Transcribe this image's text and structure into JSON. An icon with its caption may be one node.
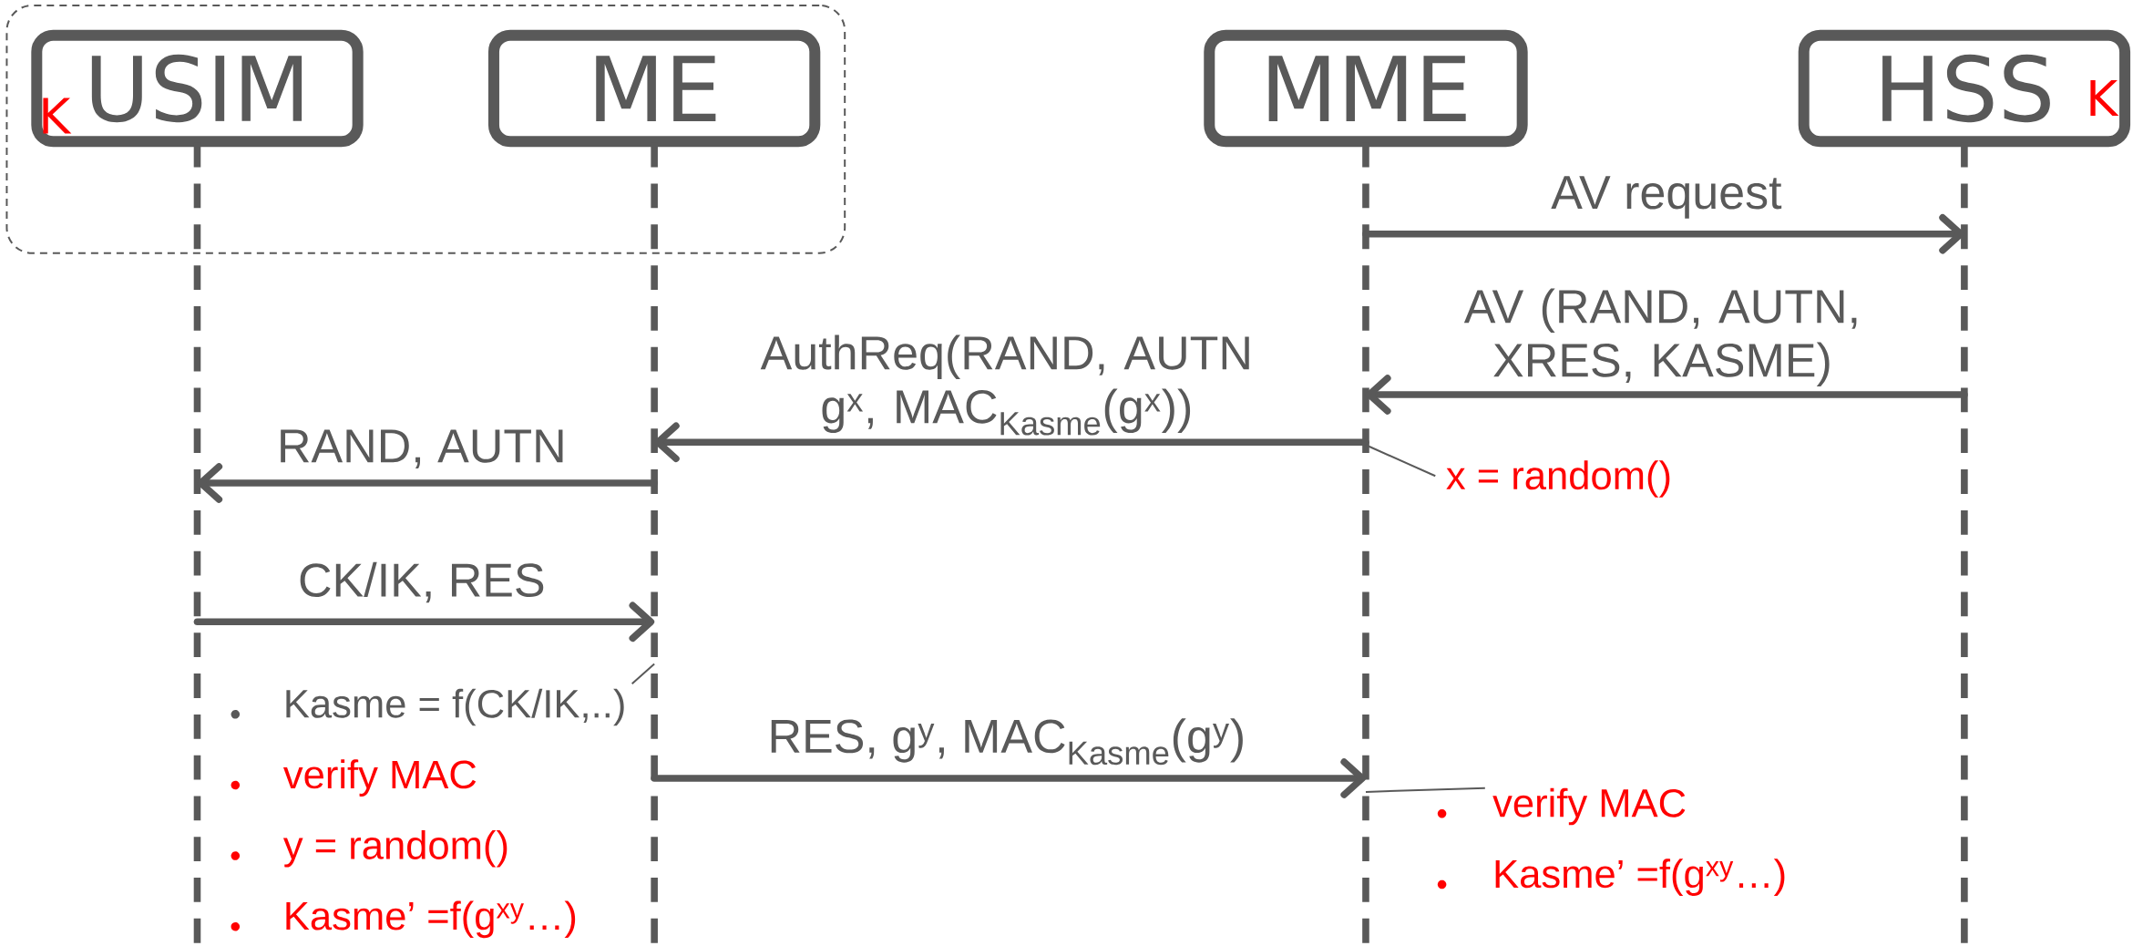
{
  "diagram": {
    "nodes": [
      {
        "text": [],
        "shape": "box"
      },
      {
        "text": [
          "K",
          "USIM"
        ],
        "in": 0
      },
      {
        "text": [
          "ME"
        ],
        "in": 0
      },
      {
        "text": [
          "MME"
        ]
      },
      {
        "text": [
          "HSS",
          "K"
        ]
      },
      {
        "text": [
          "x = random()"
        ]
      },
      {
        "text": [
          "Kasme = f(CK/IK,..)",
          "verify MAC",
          "y = random()",
          "Kasme’ =f(g$^{xy}$…)"
        ]
      },
      {
        "text": [
          "verify MAC",
          "Kasme’ =f(g$^{xy}$…)"
        ]
      },
      {
        "text": [],
        "shape": "line"
      },
      {
        "text": [],
        "shape": "line"
      },
      {
        "text": [],
        "shape": "line"
      },
      {
        "text": [],
        "shape": "line"
      }
    ],
    "edges": [
      {
        "from": 10,
        "to": 11,
        "arrow": "to",
        "label": "AV request"
      },
      {
        "from": 11,
        "to": 10,
        "arrow": "to",
        "label": "AV (RAND, AUTN, XRES, KASME)"
      },
      {
        "from": 10,
        "to": 9,
        "arrow": "to",
        "label": "AuthReq(RAND, AUTN g$^{x}$, MAC$_{Kasme}$(g$^{x}$))"
      },
      {
        "from": 9,
        "to": 8,
        "arrow": "to",
        "label": "RAND, AUTN"
      },
      {
        "from": 8,
        "to": 9,
        "arrow": "to",
        "label": "CK/IK, RES"
      },
      {
        "from": 9,
        "to": 10,
        "arrow": "to",
        "label": "RES, g$^{y}$, MAC$_{Kasme}$(g$^{y}$)"
      },
      {
        "from": 5,
        "to": 10,
        "arrow": "none"
      },
      {
        "from": 6,
        "to": 9,
        "arrow": "none"
      },
      {
        "from": 7,
        "to": 10,
        "arrow": "none"
      }
    ]
  }
}
